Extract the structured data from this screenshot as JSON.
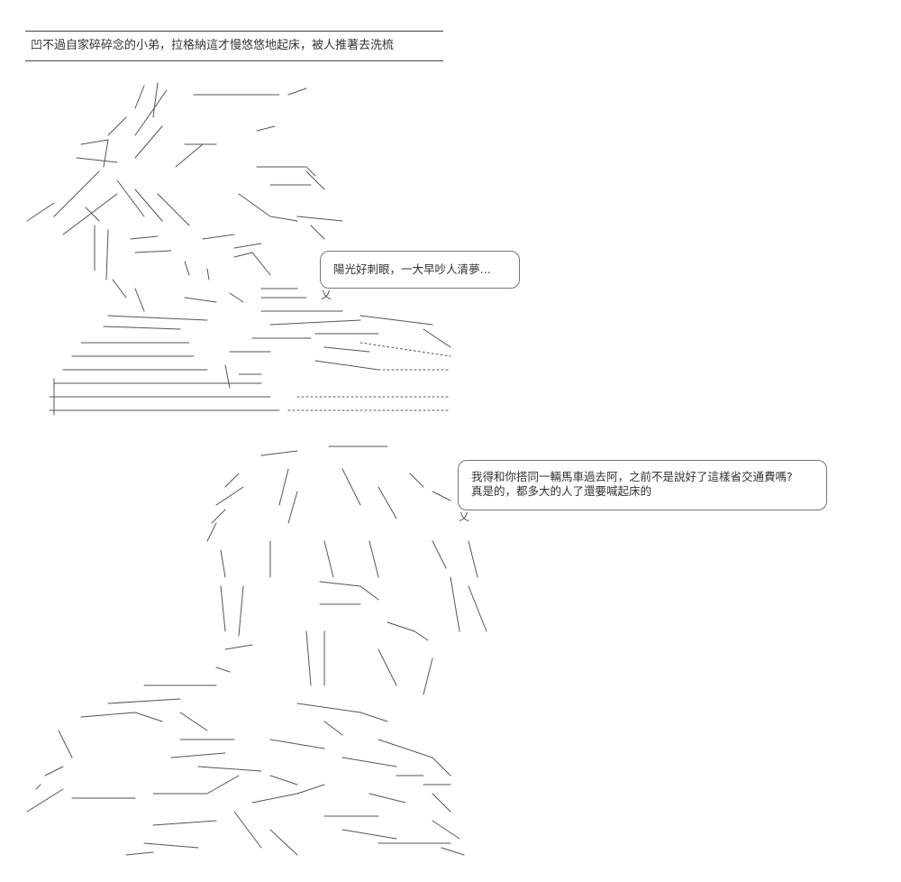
{
  "caption": {
    "text": "凹不過自家碎碎念的小弟，拉格納這才慢悠悠地起床，被人推著去洗梳"
  },
  "bubble1": {
    "line1": "陽光好刺眼，一大早吵人清夢…"
  },
  "bubble2": {
    "line1": "我得和你搭同一輛馬車過去阿，之前不是說好了這樣省交通費嗎?",
    "line2": "真是的，都多大的人了還要喊起床的"
  },
  "colors": {
    "ink": "#333333",
    "frame": "#444444",
    "background": "#ffffff"
  }
}
